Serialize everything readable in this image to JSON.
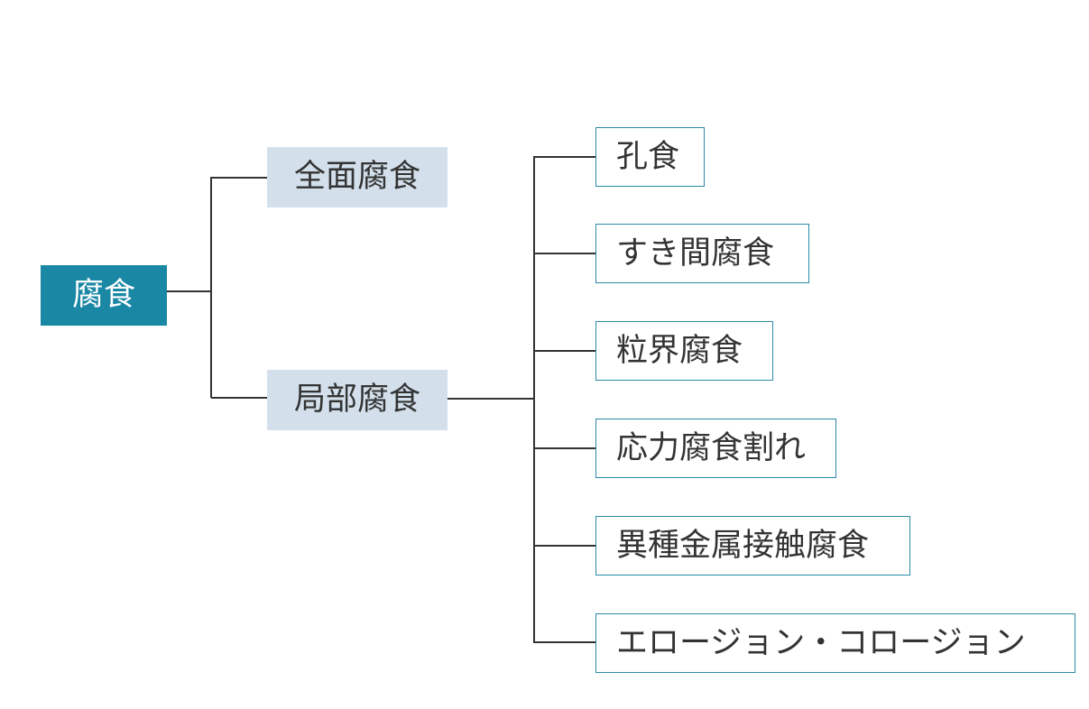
{
  "diagram": {
    "root": {
      "label": "腐食",
      "color": "#1a87a5"
    },
    "categories": [
      {
        "id": "general",
        "label": "全面腐食",
        "children": []
      },
      {
        "id": "local",
        "label": "局部腐食",
        "children": [
          {
            "label": "孔食"
          },
          {
            "label": "すき間腐食"
          },
          {
            "label": "粒界腐食"
          },
          {
            "label": "応力腐食割れ"
          },
          {
            "label": "異種金属接触腐食"
          },
          {
            "label": "エロージョン・コロージョン"
          }
        ]
      }
    ],
    "colors": {
      "root_fill": "#1a87a5",
      "category_fill": "#d3e0eb",
      "leaf_border": "#2a8aa6",
      "line": "#333333",
      "text": "#333333"
    }
  }
}
